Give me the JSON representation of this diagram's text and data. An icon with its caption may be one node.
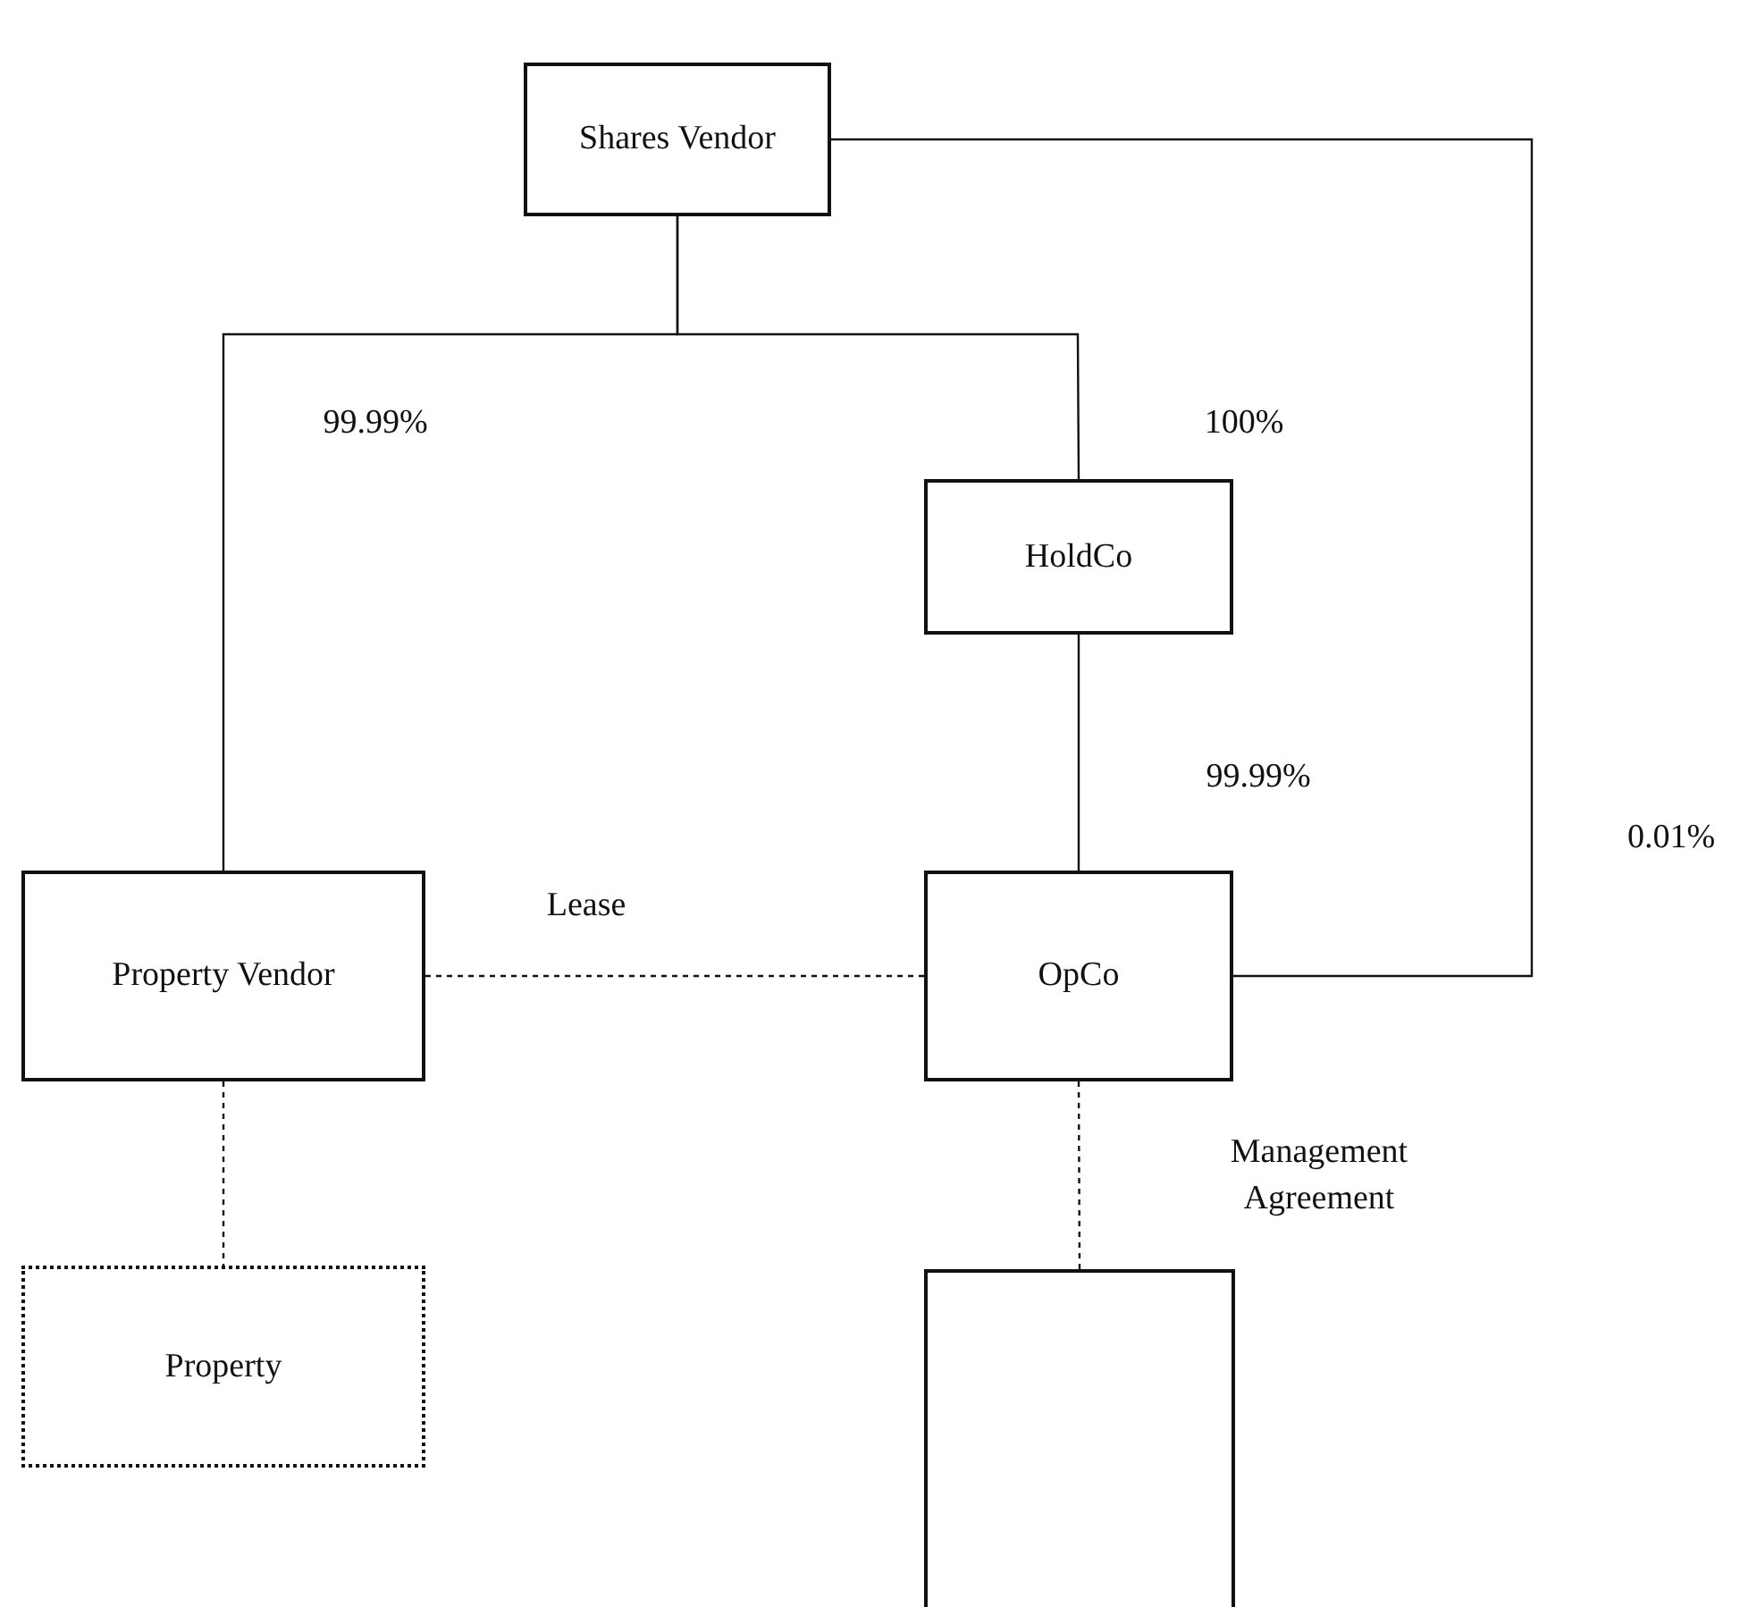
{
  "diagram": {
    "nodes": [
      {
        "text": [
          "Shares Vendor"
        ]
      },
      {
        "text": [
          "HoldCo"
        ]
      },
      {
        "text": [
          "Property Vendor"
        ]
      },
      {
        "text": [
          "OpCo"
        ]
      },
      {
        "text": [
          "Property"
        ]
      },
      {
        "text": [],
        "shape": "box"
      }
    ],
    "edges": [
      {
        "from": 0,
        "to": 2,
        "arrow": "none",
        "label": "99.99%"
      },
      {
        "from": 0,
        "to": 1,
        "arrow": "none",
        "label": "100%"
      },
      {
        "from": 1,
        "to": 3,
        "arrow": "none",
        "label": "99.99%"
      },
      {
        "from": 0,
        "to": 3,
        "arrow": "none",
        "label": "0.01%"
      },
      {
        "from": 2,
        "to": 3,
        "arrow": "none",
        "style": "dashed",
        "label": "Lease"
      },
      {
        "from": 2,
        "to": 4,
        "arrow": "none",
        "style": "dashed"
      },
      {
        "from": 3,
        "to": 5,
        "arrow": "none",
        "style": "dashed",
        "label": "Management Agreement"
      }
    ]
  }
}
